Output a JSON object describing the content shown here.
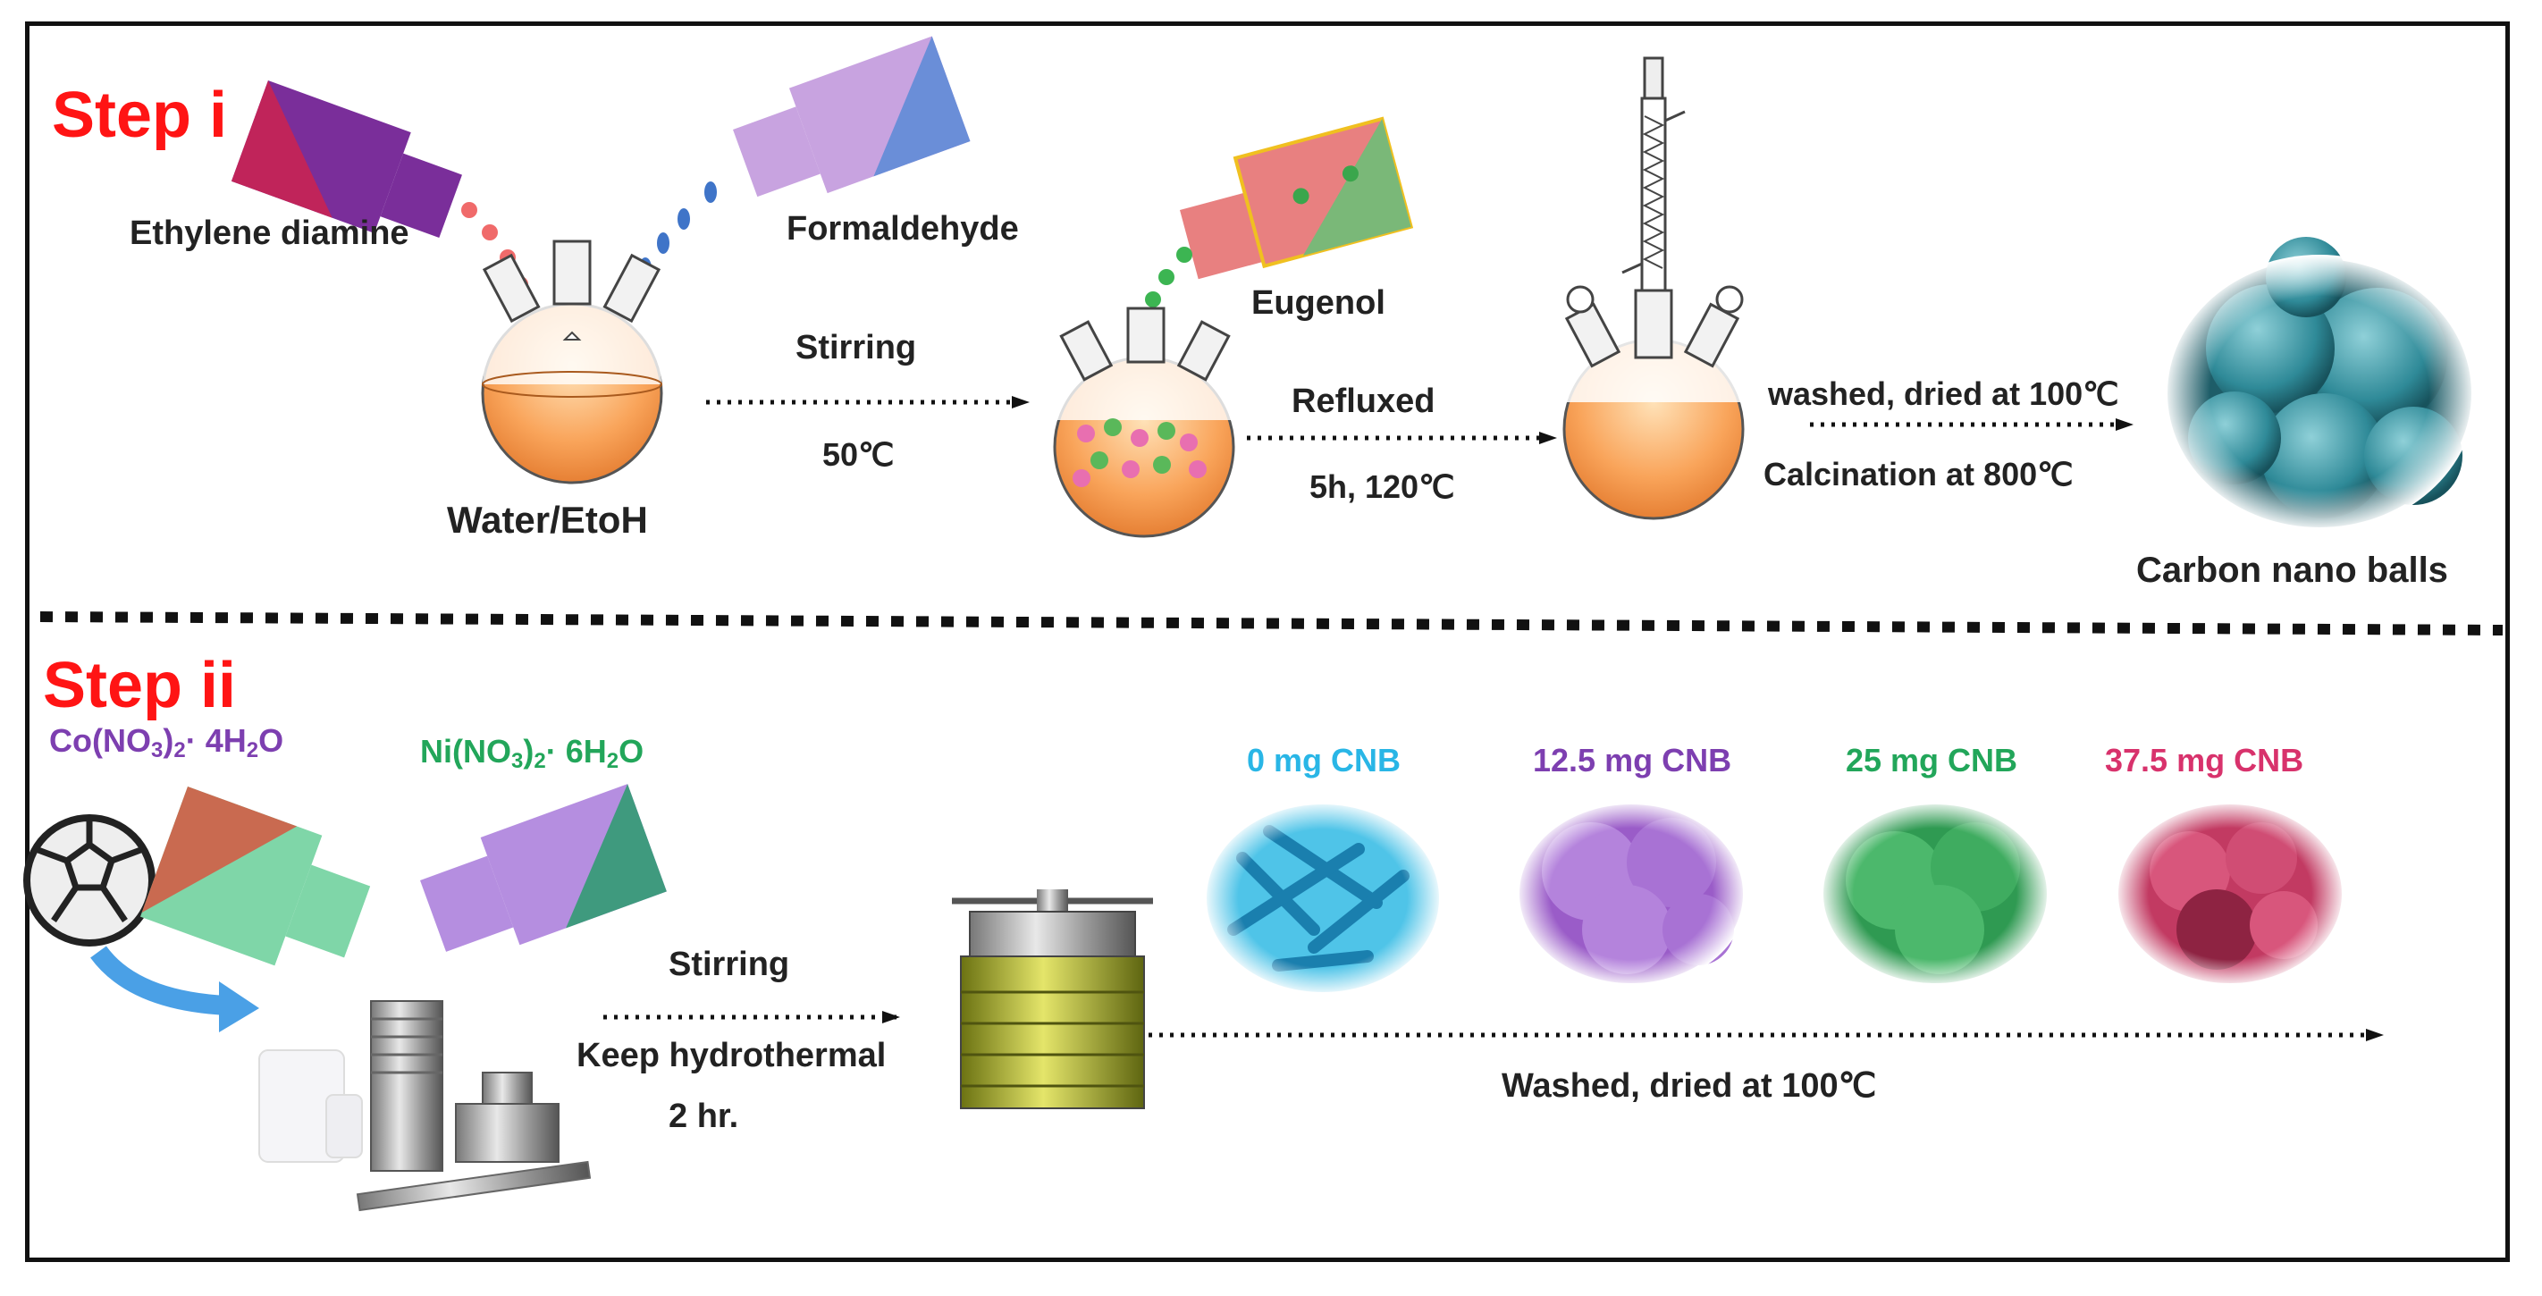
{
  "step1": {
    "title": "Step i",
    "reagent_left": "Ethylene diamine",
    "reagent_right": "Formaldehyde",
    "solvent": "Water/EtoH",
    "arrow1_top": "Stirring",
    "arrow1_bottom": "50℃",
    "additive": "Eugenol",
    "arrow2_top": "Refluxed",
    "arrow2_bottom": "5h, 120℃",
    "arrow3_top": "washed, dried at 100℃",
    "arrow3_bottom": "Calcination at 800℃",
    "product": "Carbon nano balls"
  },
  "step2": {
    "title": "Step ii",
    "cobalt": {
      "a": "Co(NO",
      "s1": "3",
      "b": ")",
      "s2": "2",
      "c": "· 4H",
      "s3": "2",
      "d": "O"
    },
    "nickel": {
      "a": "Ni(NO",
      "s1": "3",
      "b": ")",
      "s2": "2",
      "c": "· 6H",
      "s3": "2",
      "d": "O"
    },
    "arrow1_top": "Stirring",
    "arrow1_mid": "Keep hydrothermal",
    "arrow1_bottom": "2 hr.",
    "arrow2_label": "Washed, dried at 100℃",
    "samples": [
      {
        "label": "0 mg CNB",
        "color": "#29b6e6"
      },
      {
        "label": "12.5 mg CNB",
        "color": "#7d3fb0"
      },
      {
        "label": "25 mg CNB",
        "color": "#22a65a"
      },
      {
        "label": "37.5 mg CNB",
        "color": "#d8326c"
      }
    ]
  }
}
